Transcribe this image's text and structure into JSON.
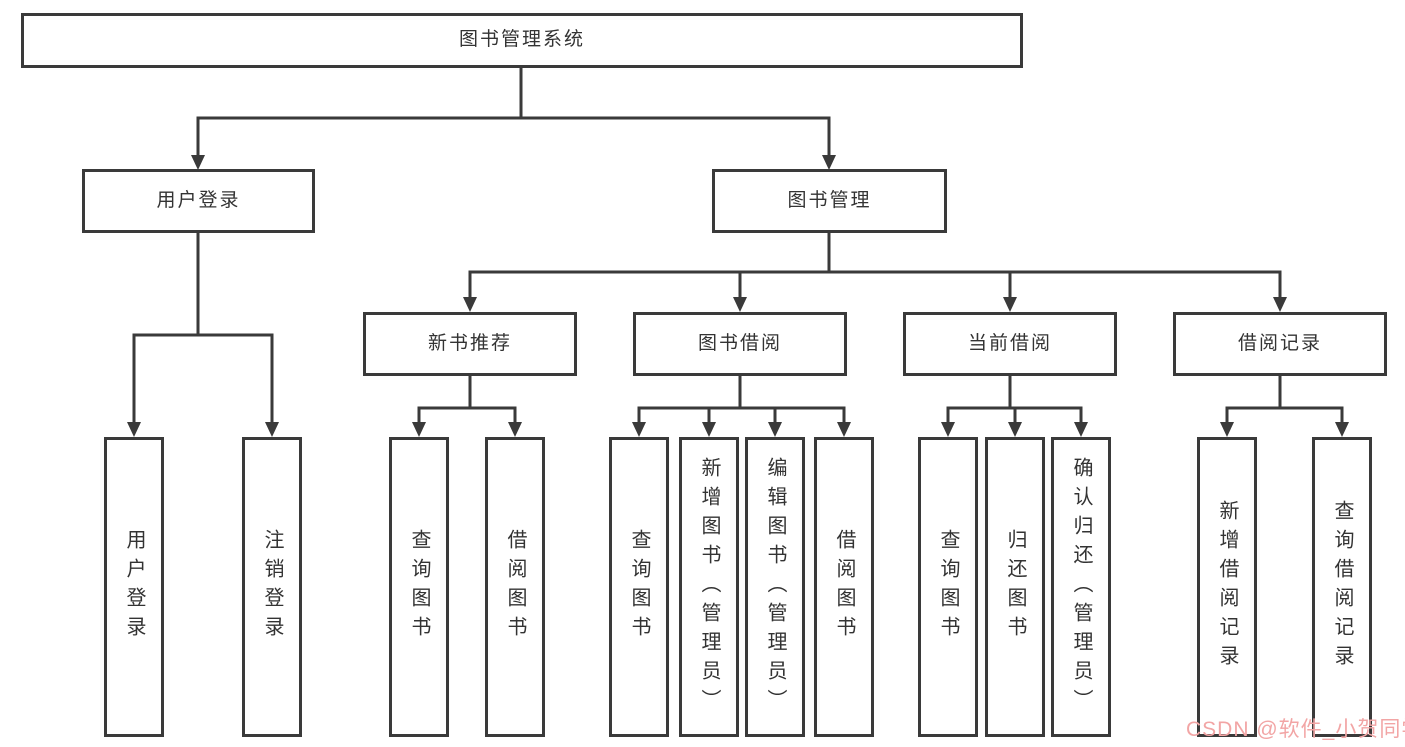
{
  "diagram": {
    "title": "图书管理系统",
    "colors": {
      "line": "#3a3a3a",
      "text": "#333333",
      "box_bg": "#ffffff"
    },
    "root": {
      "label": "图书管理系统"
    },
    "level2": {
      "user_login": {
        "label": "用户登录"
      },
      "book_mgmt": {
        "label": "图书管理"
      }
    },
    "level3": {
      "new_book_rec": {
        "label": "新书推荐"
      },
      "book_borrow": {
        "label": "图书借阅"
      },
      "current_borrow": {
        "label": "当前借阅"
      },
      "borrow_records": {
        "label": "借阅记录"
      }
    },
    "leaves": {
      "login_user": {
        "label": "用户登录"
      },
      "login_logout": {
        "label": "注销登录"
      },
      "rec_query": {
        "label": "查询图书"
      },
      "rec_borrow": {
        "label": "借阅图书"
      },
      "bb_query": {
        "label": "查询图书"
      },
      "bb_add": {
        "label": "新增图书（管理员）"
      },
      "bb_edit": {
        "label": "编辑图书（管理员）"
      },
      "bb_borrow": {
        "label": "借阅图书"
      },
      "cb_query": {
        "label": "查询图书"
      },
      "cb_return": {
        "label": "归还图书"
      },
      "cb_confirm": {
        "label": "确认归还（管理员）"
      },
      "br_add": {
        "label": "新增借阅记录"
      },
      "br_query": {
        "label": "查询借阅记录"
      }
    }
  },
  "watermark": {
    "text": "CSDN @软件_小贺同学",
    "color": "#f2a5a5"
  }
}
